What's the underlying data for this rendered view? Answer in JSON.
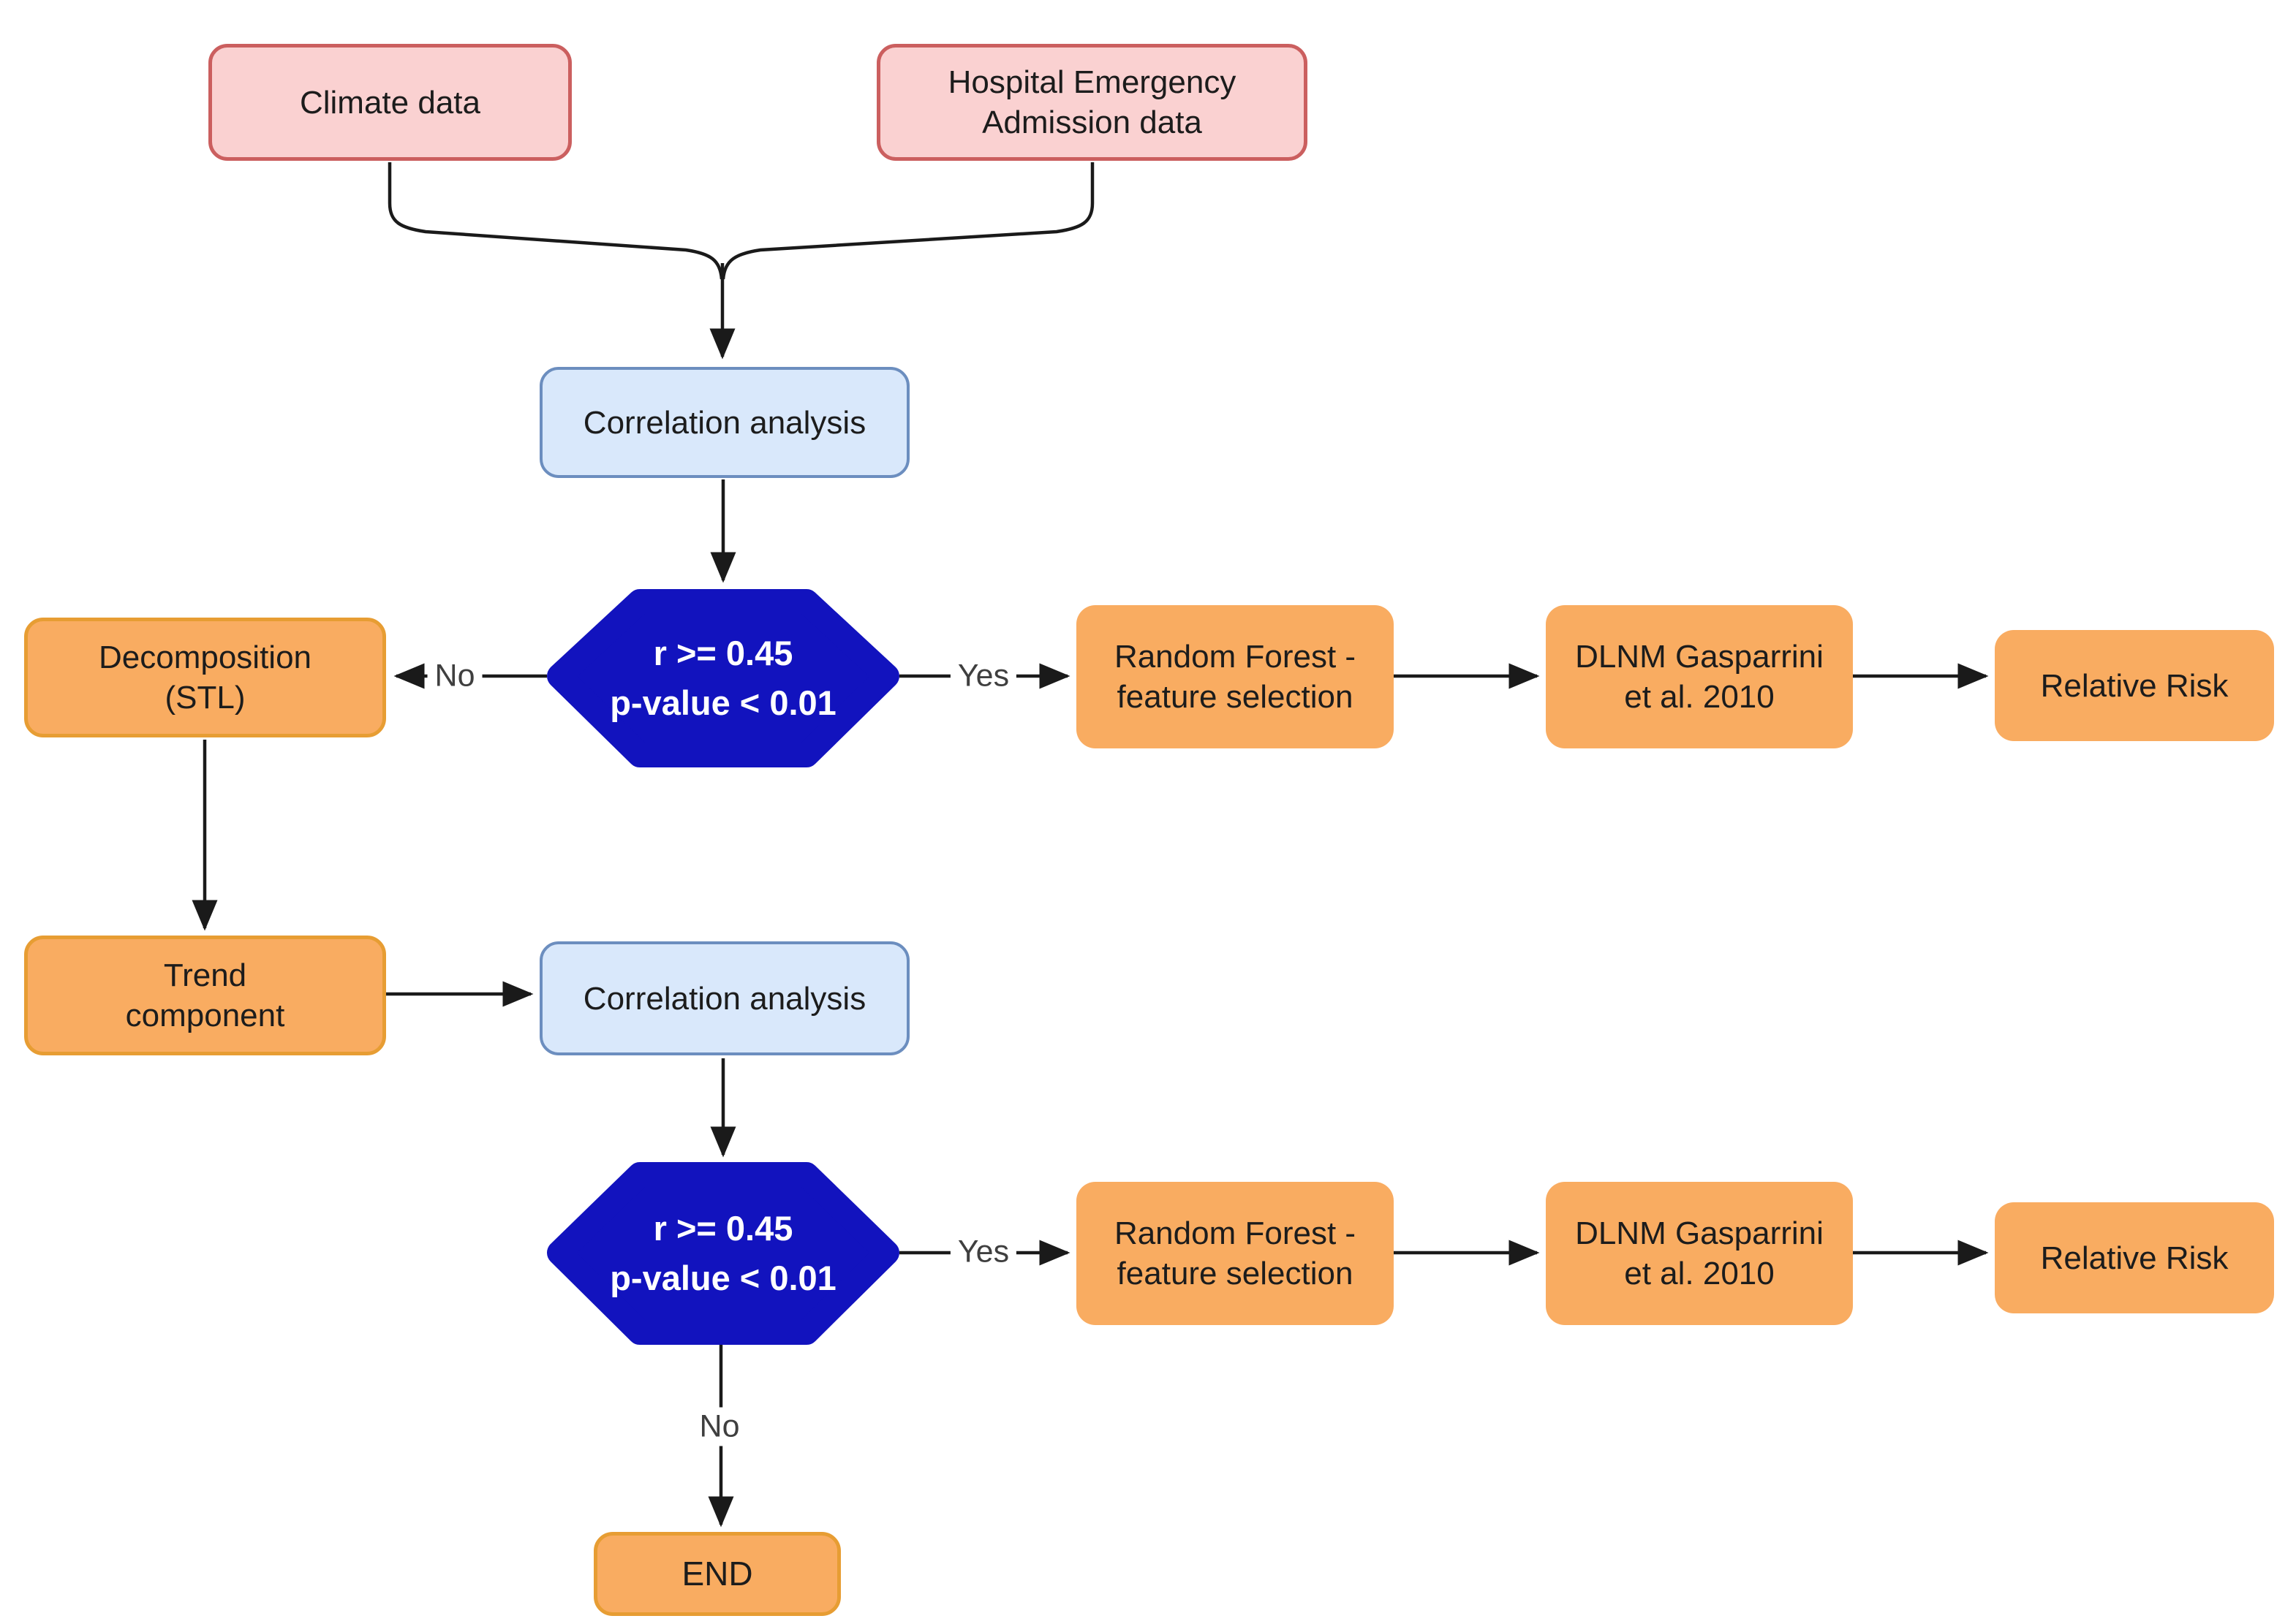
{
  "diagram": {
    "palette": {
      "pink_fill": "#FAD1D1",
      "pink_border": "#CB5F5F",
      "blue_fill": "#D9E8FB",
      "blue_border": "#6C8EBF",
      "orange_fill": "#F9AC61",
      "orange_border": "#E79D33",
      "hexagon_fill": "#1213BE",
      "hexagon_text": "#FFFFFF",
      "line": "#1A1A1A",
      "label_text": "#3F3F3F"
    },
    "nodes": {
      "climate": {
        "label": "Climate data"
      },
      "hospital": {
        "label": "Hospital Emergency\nAdmission data"
      },
      "corr1": {
        "label": "Correlation analysis"
      },
      "hex1": {
        "label": "r >= 0.45\np-value < 0.01"
      },
      "decomp": {
        "label": "Decomposition\n(STL)"
      },
      "rf1": {
        "label": "Random Forest -\nfeature selection"
      },
      "dlnm1": {
        "label": "DLNM Gasparrini\net al. 2010"
      },
      "rr1": {
        "label": "Relative Risk"
      },
      "trend": {
        "label": "Trend\ncomponent"
      },
      "corr2": {
        "label": "Correlation analysis"
      },
      "hex2": {
        "label": "r >= 0.45\np-value < 0.01"
      },
      "rf2": {
        "label": "Random Forest -\nfeature selection"
      },
      "dlnm2": {
        "label": "DLNM Gasparrini\net al. 2010"
      },
      "rr2": {
        "label": "Relative Risk"
      },
      "end": {
        "label": "END"
      }
    },
    "edge_labels": {
      "no1": "No",
      "yes1": "Yes",
      "yes2": "Yes",
      "no2": "No"
    }
  }
}
